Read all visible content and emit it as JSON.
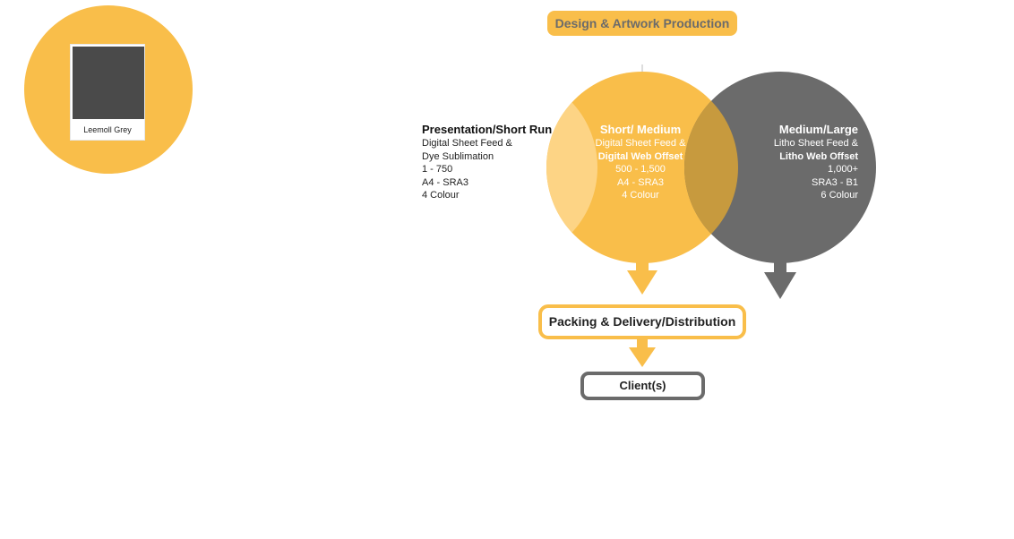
{
  "colors": {
    "yellow": "#F9BE4A",
    "yellow_light": "#FDD485",
    "grey": "#6B6B6B",
    "overlap": "#C79A3E",
    "swatch": "#4A4A4A"
  },
  "swatch": {
    "label": "Leemoll Grey"
  },
  "header": {
    "label": "Design & Artwork Production"
  },
  "left_column": {
    "title": "Presentation/Short Run",
    "lines": [
      "Digital Sheet Feed &",
      "Dye Sublimation",
      "1 - 750",
      "A4 - SRA3",
      "4 Colour"
    ]
  },
  "middle_column": {
    "title": "Short/ Medium",
    "lines": [
      "Digital Sheet Feed &",
      "Digital Web Offset",
      "500 - 1,500",
      "A4 - SRA3",
      "4 Colour"
    ]
  },
  "right_column": {
    "title": "Medium/Large",
    "lines": [
      "Litho Sheet Feed  &",
      "Litho Web Offset",
      "1,000+",
      "SRA3 - B1",
      "6 Colour"
    ]
  },
  "packing": {
    "label": "Packing & Delivery/Distribution"
  },
  "client": {
    "label": "Client(s)"
  }
}
